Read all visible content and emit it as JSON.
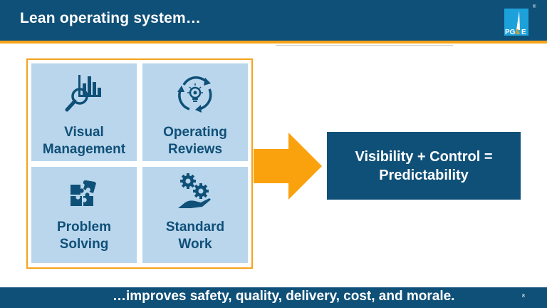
{
  "header": {
    "title": "Lean operating system…",
    "logo_text": "PG&E",
    "logo_registered": "®"
  },
  "pillars": [
    {
      "label_line1": "Visual",
      "label_line2": "Management",
      "icon": "magnifier-bar-chart-icon"
    },
    {
      "label_line1": "Operating",
      "label_line2": "Reviews",
      "icon": "lightbulb-cycle-icon"
    },
    {
      "label_line1": "Problem",
      "label_line2": "Solving",
      "icon": "puzzle-icon"
    },
    {
      "label_line1": "Standard",
      "label_line2": "Work",
      "icon": "gears-hand-icon"
    }
  ],
  "result": {
    "line1": "Visibility + Control =",
    "line2": "Predictability"
  },
  "footer": {
    "tagline": "…improves safety, quality, delivery, cost, and morale.",
    "page_number": "8"
  },
  "colors": {
    "brand_blue": "#0f5078",
    "accent_orange": "#f5a31a",
    "tile_blue": "#bad6ec",
    "logo_blue": "#1da1db"
  }
}
